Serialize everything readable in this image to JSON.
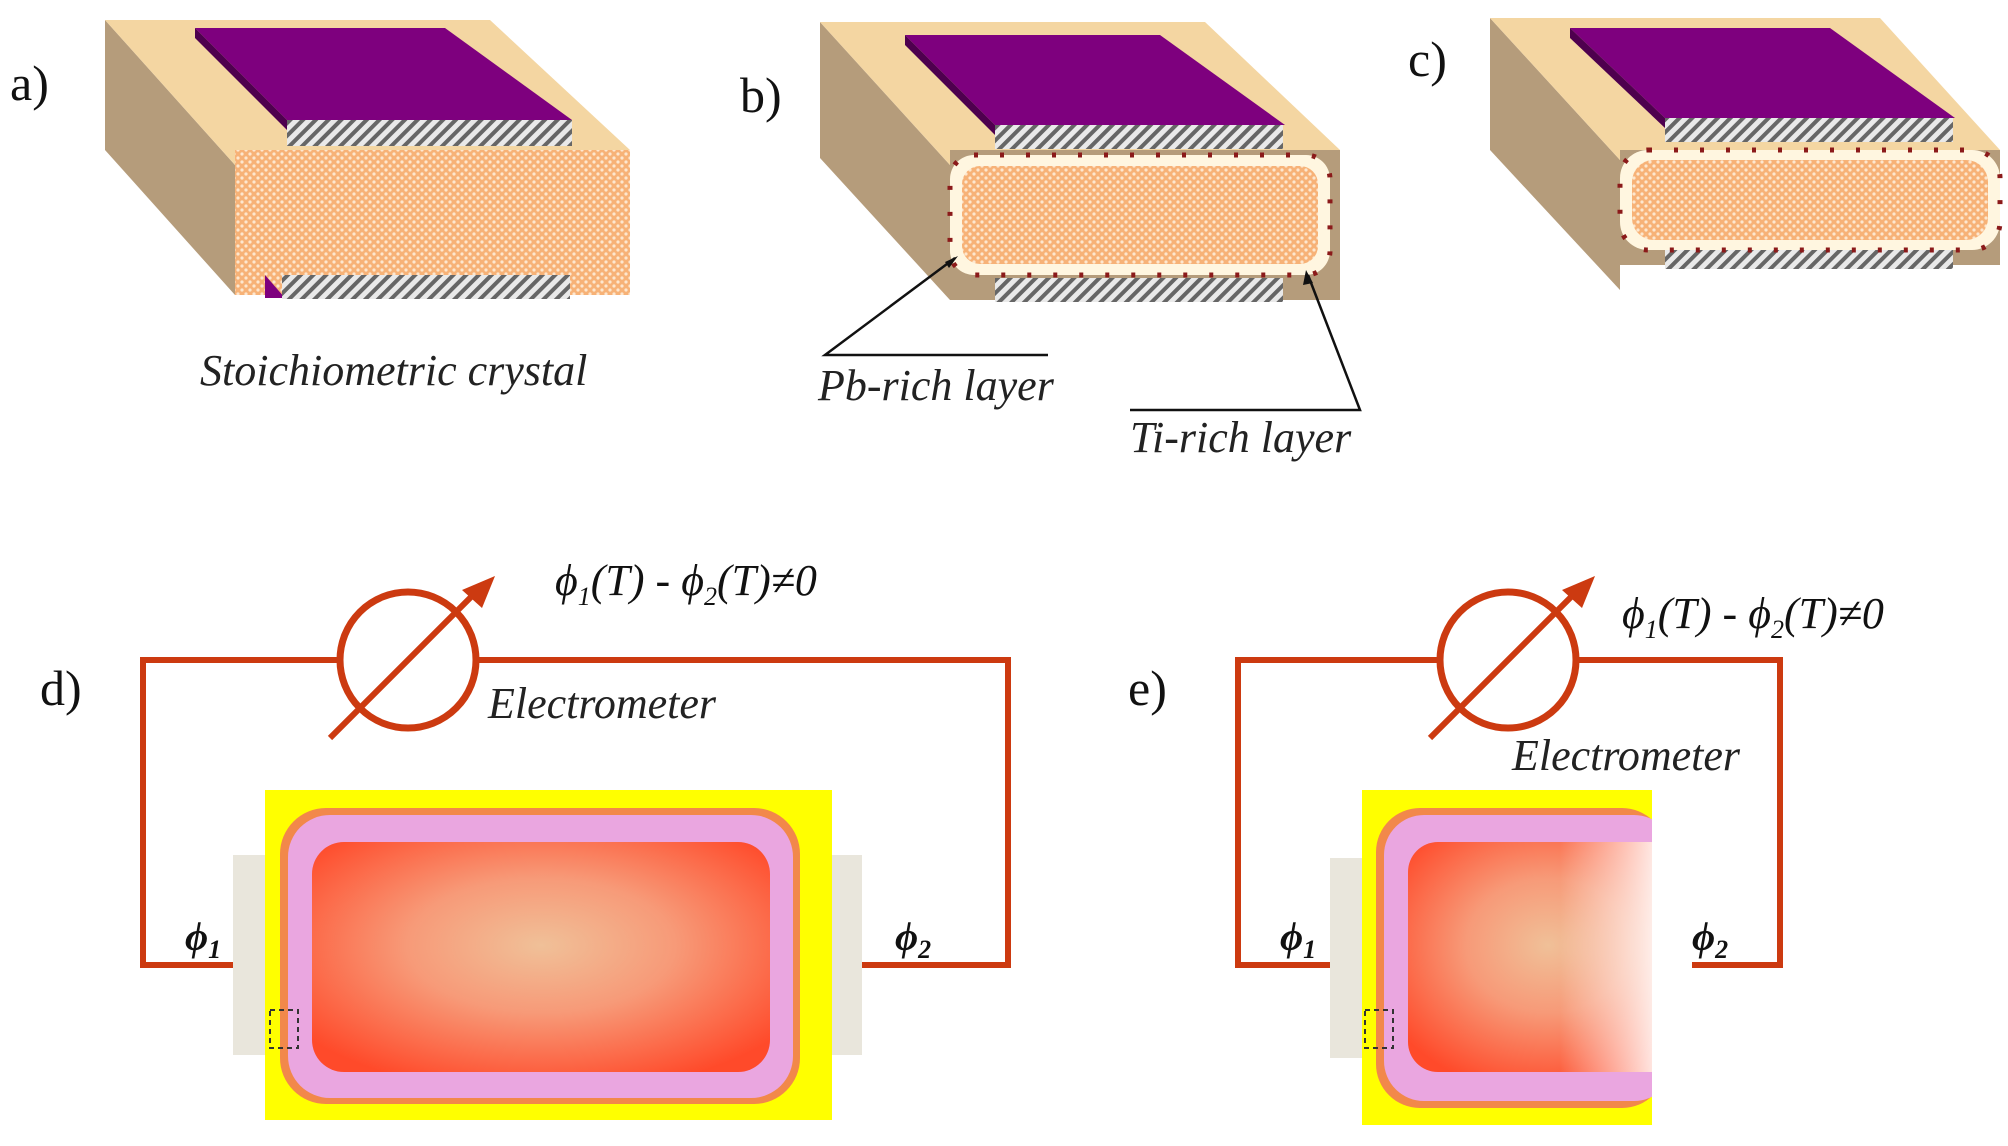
{
  "colors": {
    "background": "#ffffff",
    "electrode_top": "#7e007e",
    "electrode_side": "#4e004e",
    "slab_side": "#b59c7b",
    "slab_top": "#f4d6a2",
    "crystal_core": "#f7b277",
    "hatch": "#666666",
    "charge_mark": "#8b1a1a",
    "circuit_wire": "#cc3a10",
    "outer_layer": "#ffff00",
    "pink_layer": "#eaa6e0",
    "hot_core": "#ff4a2a",
    "core_center": "#f0c098",
    "contact": "#e9e6dc"
  },
  "panels": {
    "a": {
      "label": "a)",
      "caption": "Stoichiometric crystal"
    },
    "b": {
      "label": "b)",
      "pb_label": "Pb-rich layer",
      "ti_label": "Ti-rich layer"
    },
    "c": {
      "label": "c)"
    },
    "d": {
      "label": "d)",
      "formula": "ϕ1(T) - ϕ2(T)≠0",
      "instrument": "Electrometer",
      "phi1": "ϕ1",
      "phi2": "ϕ2"
    },
    "e": {
      "label": "e)",
      "formula": "ϕ1(T) - ϕ2(T)≠0",
      "instrument": "Electrometer",
      "phi1": "ϕ1",
      "phi2": "ϕ2"
    }
  }
}
